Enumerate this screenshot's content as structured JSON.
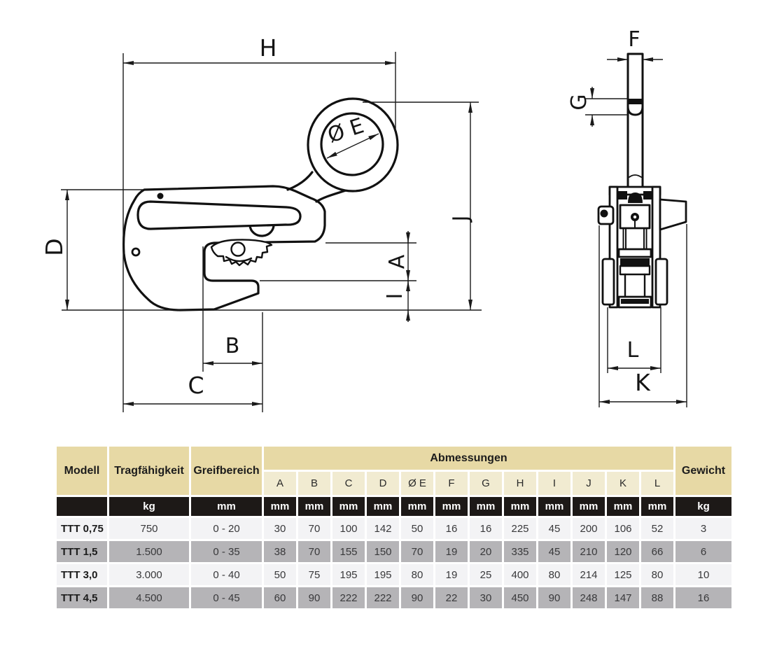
{
  "diagram": {
    "side_view_labels": {
      "h": "H",
      "e": "Ø E",
      "j": "J",
      "d": "D",
      "a": "A",
      "i": "I",
      "b": "B",
      "c": "C"
    },
    "front_view_labels": {
      "f": "F",
      "g": "G",
      "l": "L",
      "k": "K"
    },
    "line_color": "#111111"
  },
  "table": {
    "headers": {
      "model": "Modell",
      "capacity": "Tragfähigkeit",
      "grip": "Greifbereich",
      "dims": "Abmessungen",
      "weight": "Gewicht"
    },
    "dim_letters": [
      "A",
      "B",
      "C",
      "D",
      "Ø E",
      "F",
      "G",
      "H",
      "I",
      "J",
      "K",
      "L"
    ],
    "units": {
      "capacity": "kg",
      "grip": "mm",
      "dim": "mm",
      "weight": "kg"
    },
    "rows": [
      {
        "model": "TTT 0,75",
        "capacity": "750",
        "grip": "0 - 20",
        "dims": [
          "30",
          "70",
          "100",
          "142",
          "50",
          "16",
          "16",
          "225",
          "45",
          "200",
          "106",
          "52"
        ],
        "weight": "3"
      },
      {
        "model": "TTT 1,5",
        "capacity": "1.500",
        "grip": "0 - 35",
        "dims": [
          "38",
          "70",
          "155",
          "150",
          "70",
          "19",
          "20",
          "335",
          "45",
          "210",
          "120",
          "66"
        ],
        "weight": "6"
      },
      {
        "model": "TTT 3,0",
        "capacity": "3.000",
        "grip": "0 - 40",
        "dims": [
          "50",
          "75",
          "195",
          "195",
          "80",
          "19",
          "25",
          "400",
          "80",
          "214",
          "125",
          "80"
        ],
        "weight": "10"
      },
      {
        "model": "TTT 4,5",
        "capacity": "4.500",
        "grip": "0 - 45",
        "dims": [
          "60",
          "90",
          "222",
          "222",
          "90",
          "22",
          "30",
          "450",
          "90",
          "248",
          "147",
          "88"
        ],
        "weight": "16"
      }
    ],
    "colors": {
      "header_tan": "#e7d9a5",
      "subheader_tan": "#f1ebd1",
      "unit_black": "#1d1917",
      "row_light": "#f3f3f5",
      "row_dark": "#b5b4b7"
    }
  }
}
